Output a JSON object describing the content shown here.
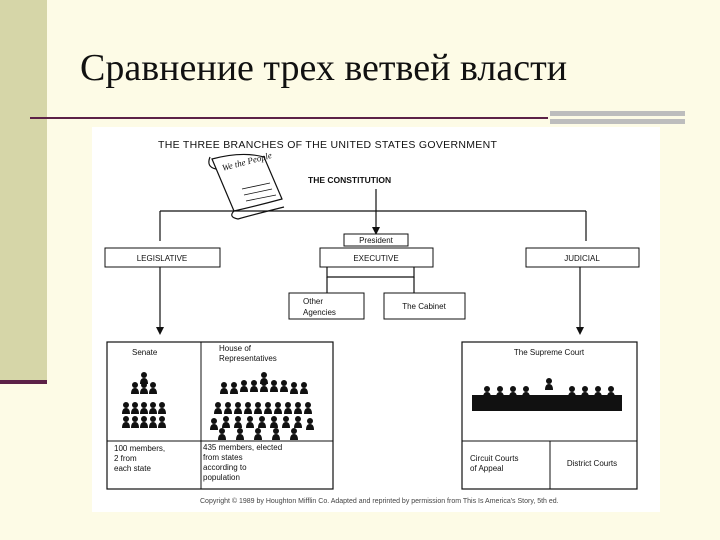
{
  "slide": {
    "title": "Сравнение трех ветвей власти"
  },
  "diagram": {
    "heading": "THE THREE BRANCHES OF THE UNITED STATES GOVERNMENT",
    "scroll_text": "We the People",
    "constitution": "THE CONSTITUTION",
    "president": "President",
    "legislative": "LEGISLATIVE",
    "executive": "EXECUTIVE",
    "judicial": "JUDICIAL",
    "other_agencies": [
      "Other",
      "Agencies"
    ],
    "cabinet": "The Cabinet",
    "senate": "Senate",
    "house": [
      "House of",
      "Representatives"
    ],
    "senate_desc": [
      "100 members,",
      "2 from",
      "each state"
    ],
    "house_desc": [
      "435 members, elected",
      "from states",
      "according to",
      "population"
    ],
    "supreme_court": "The Supreme Court",
    "circuit_courts": [
      "Circuit Courts",
      "of Appeal"
    ],
    "district_courts": "District Courts",
    "copyright": "Copyright © 1989 by Houghton Mifflin Co. Adapted and reprinted by permission from This Is America's Story, 5th ed."
  },
  "colors": {
    "accent": "#5c2147",
    "band": "#d6d6a8",
    "background": "#fdfbe6"
  }
}
